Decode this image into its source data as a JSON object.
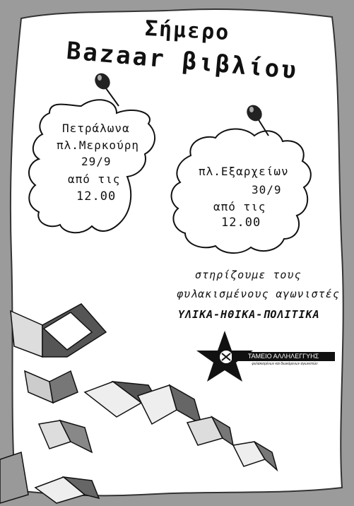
{
  "title": {
    "line1": "Σήμερο",
    "line2": "Bazaar βιβλίου"
  },
  "event_left": {
    "area": "Πετράλωνα",
    "square": "πλ.Μερκούρη",
    "date": "29/9",
    "from": "από τις",
    "time": "12.00"
  },
  "event_right": {
    "square": "πλ.Εξαρχείων",
    "date": "30/9",
    "from": "από τις",
    "time": "12.00"
  },
  "support": {
    "line1": "στηρίζουμε τους",
    "line2": "φυλακισμένους αγωνιστές",
    "line3": "ΥΛΙΚΑ-ΗΘΙΚΑ-ΠΟΛΙΤΙΚΑ"
  },
  "logo": {
    "name": "ΤΑΜΕΙΟ ΑΛΛΗΛΕΓΓΥΗΣ",
    "subtitle": "φυλακισμένων και διωκόμενων αγωνιστών"
  }
}
